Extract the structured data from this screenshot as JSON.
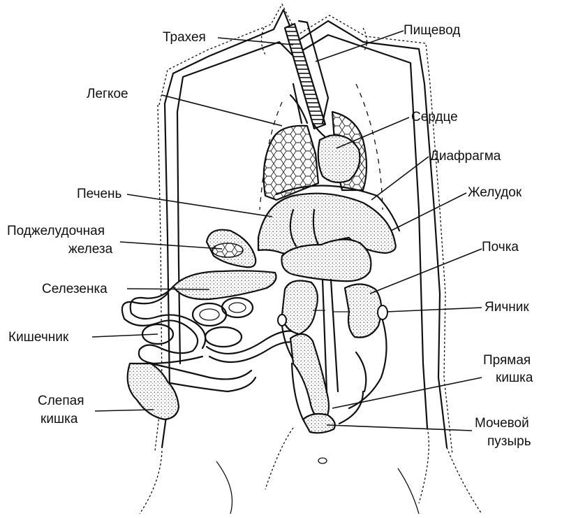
{
  "labels": {
    "trachea": "Трахея",
    "esophagus": "Пищевод",
    "lung": "Легкое",
    "heart": "Сердце",
    "diaphragm": "Диафрагма",
    "liver": "Печень",
    "stomach": "Желудок",
    "pancreas_1": "Поджелудочная",
    "pancreas_2": "железа",
    "kidney": "Почка",
    "spleen": "Селезенка",
    "ovary": "Яичник",
    "intestine": "Кишечник",
    "rectum_1": "Прямая",
    "rectum_2": "кишка",
    "caecum_1": "Слепая",
    "caecum_2": "кишка",
    "bladder_1": "Мочевой",
    "bladder_2": "пузырь"
  },
  "colors": {
    "ink": "#111111",
    "background": "#ffffff",
    "stipple": "#dddddd"
  }
}
